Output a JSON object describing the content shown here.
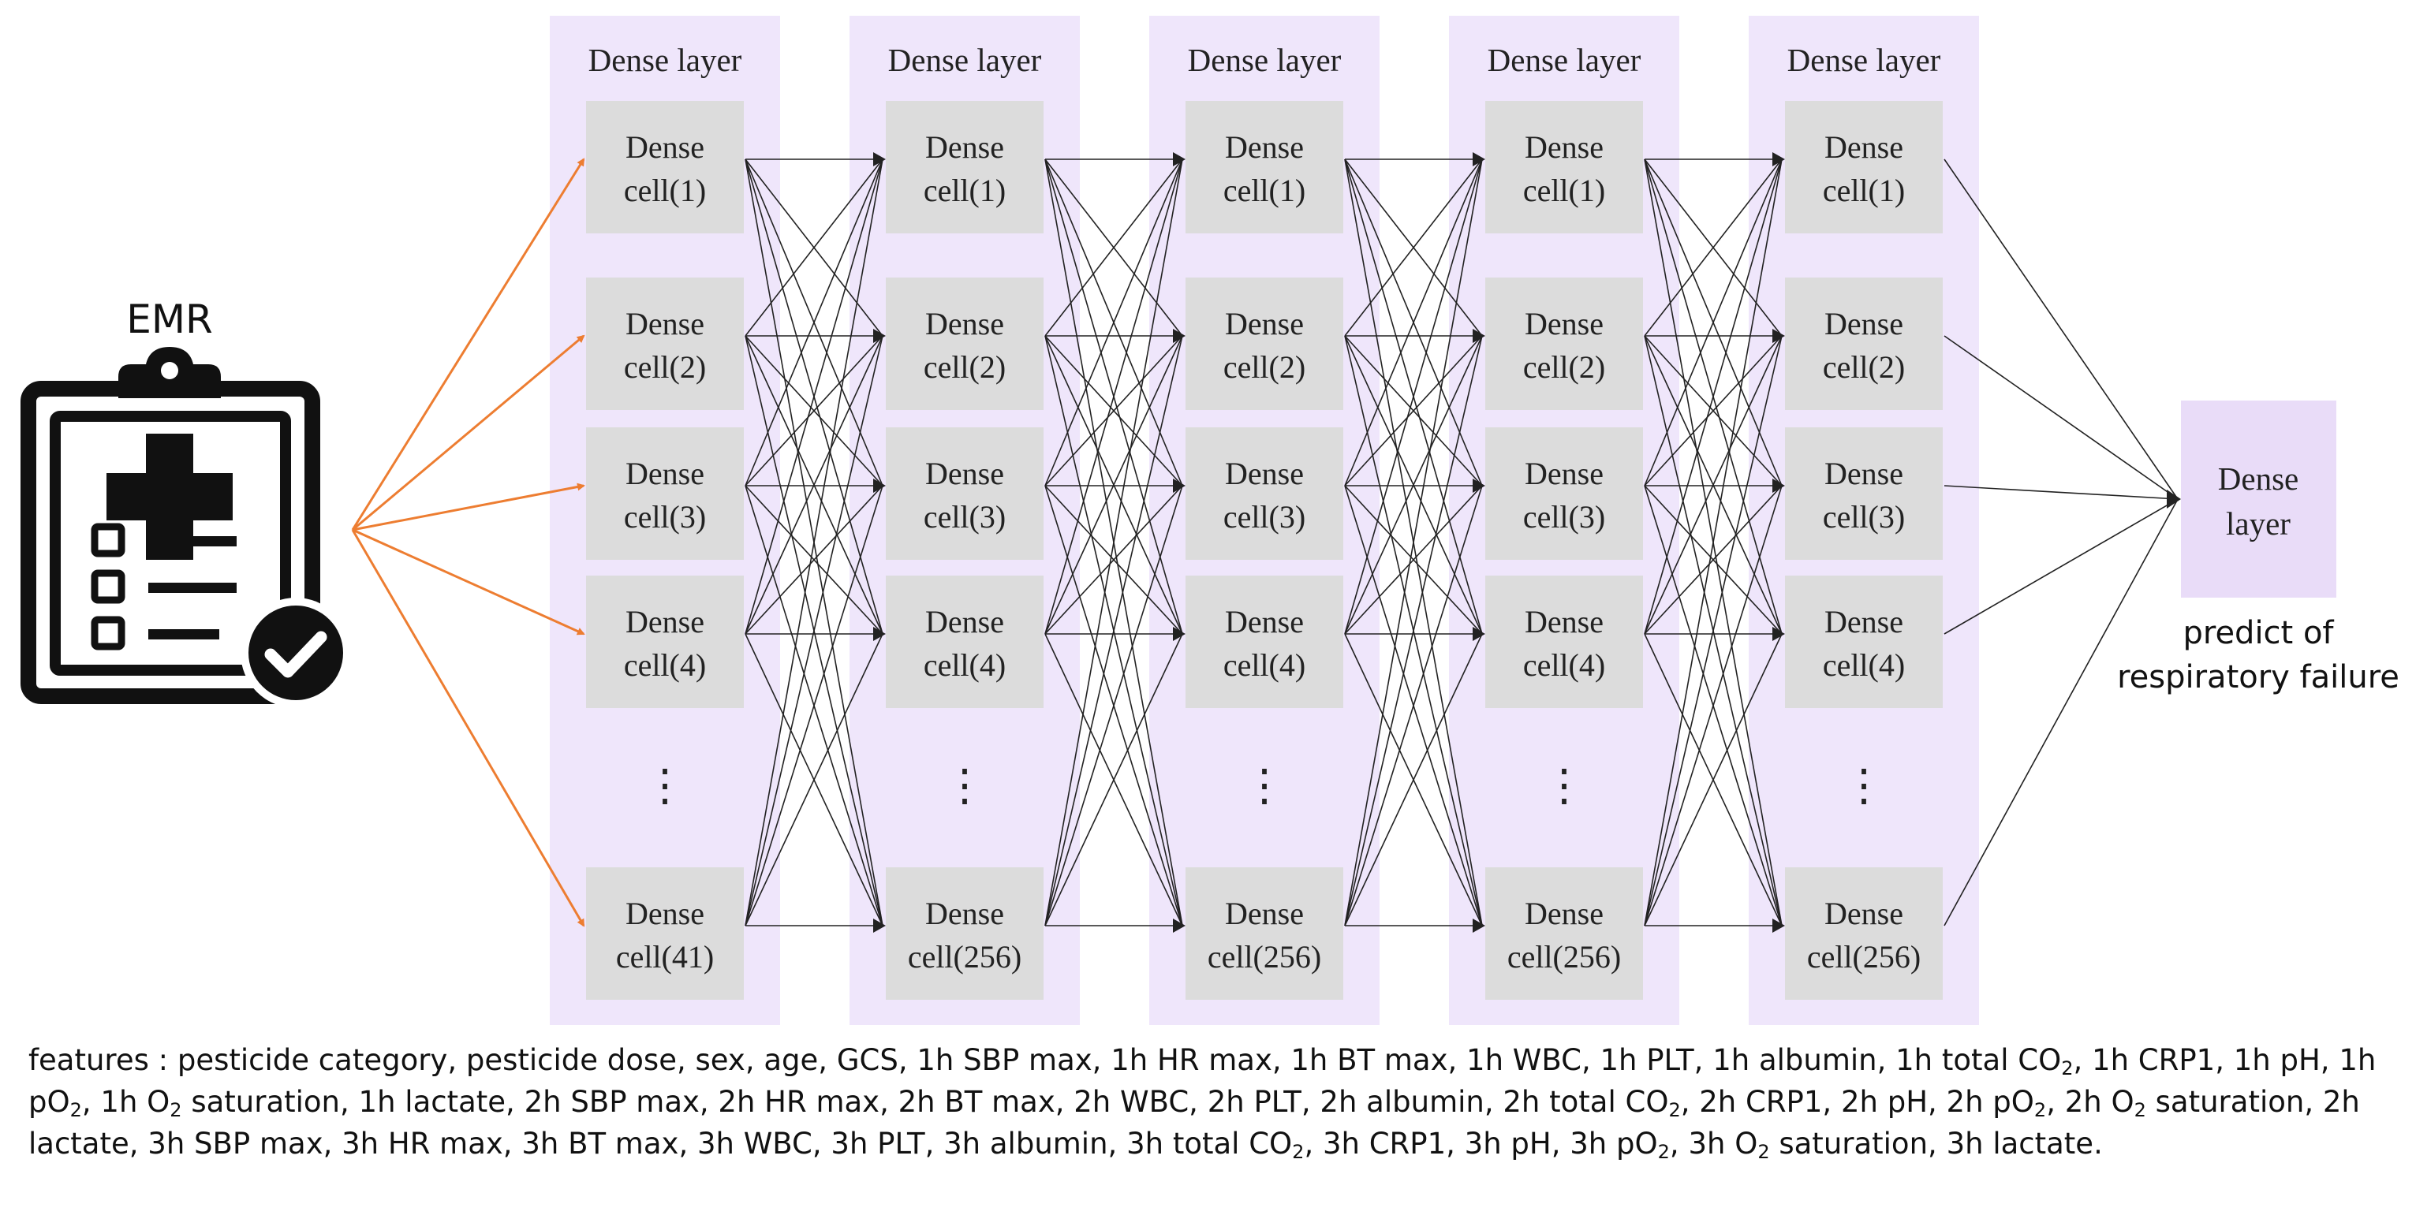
{
  "input": {
    "label": "EMR"
  },
  "layers": [
    {
      "title": "Dense layer",
      "cells": [
        {
          "line1": "Dense",
          "line2": "cell(1)"
        },
        {
          "line1": "Dense",
          "line2": "cell(2)"
        },
        {
          "line1": "Dense",
          "line2": "cell(3)"
        },
        {
          "line1": "Dense",
          "line2": "cell(4)"
        },
        {
          "line1": "Dense",
          "line2": "cell(41)"
        }
      ]
    },
    {
      "title": "Dense layer",
      "cells": [
        {
          "line1": "Dense",
          "line2": "cell(1)"
        },
        {
          "line1": "Dense",
          "line2": "cell(2)"
        },
        {
          "line1": "Dense",
          "line2": "cell(3)"
        },
        {
          "line1": "Dense",
          "line2": "cell(4)"
        },
        {
          "line1": "Dense",
          "line2": "cell(256)"
        }
      ]
    },
    {
      "title": "Dense layer",
      "cells": [
        {
          "line1": "Dense",
          "line2": "cell(1)"
        },
        {
          "line1": "Dense",
          "line2": "cell(2)"
        },
        {
          "line1": "Dense",
          "line2": "cell(3)"
        },
        {
          "line1": "Dense",
          "line2": "cell(4)"
        },
        {
          "line1": "Dense",
          "line2": "cell(256)"
        }
      ]
    },
    {
      "title": "Dense layer",
      "cells": [
        {
          "line1": "Dense",
          "line2": "cell(1)"
        },
        {
          "line1": "Dense",
          "line2": "cell(2)"
        },
        {
          "line1": "Dense",
          "line2": "cell(3)"
        },
        {
          "line1": "Dense",
          "line2": "cell(4)"
        },
        {
          "line1": "Dense",
          "line2": "cell(256)"
        }
      ]
    },
    {
      "title": "Dense layer",
      "cells": [
        {
          "line1": "Dense",
          "line2": "cell(1)"
        },
        {
          "line1": "Dense",
          "line2": "cell(2)"
        },
        {
          "line1": "Dense",
          "line2": "cell(3)"
        },
        {
          "line1": "Dense",
          "line2": "cell(4)"
        },
        {
          "line1": "Dense",
          "line2": "cell(256)"
        }
      ]
    }
  ],
  "ellipsis": "⋮",
  "output": {
    "line1": "Dense",
    "line2": "layer",
    "caption_line1": "predict of",
    "caption_line2": "respiratory failure"
  },
  "features": {
    "label": "features : ",
    "items": [
      "pesticide category",
      "pesticide dose",
      "sex",
      "age",
      "GCS",
      "1h SBP max",
      "1h HR max",
      "1h BT max",
      "1h WBC",
      "1h PLT",
      "1h albumin",
      "1h total CO_2",
      "1h CRP1",
      "1h pH",
      "1h pO_2",
      "1h O_2 saturation",
      "1h lactate",
      "2h SBP max",
      "2h HR max",
      "2h BT max",
      "2h WBC",
      "2h PLT",
      "2h albumin",
      "2h total CO_2",
      "2h CRP1",
      "2h pH",
      "2h pO_2",
      "2h O_2 saturation",
      "2h lactate",
      "3h SBP max",
      "3h HR max",
      "3h BT max",
      "3h WBC",
      "3h PLT",
      "3h albumin",
      "3h total CO_2",
      "3h CRP1",
      "3h pH",
      "3h pO_2",
      "3h O_2 saturation",
      "3h lactate"
    ],
    "terminator": "."
  },
  "colors": {
    "layer_background": "#efe6fb",
    "cell_background": "#dcdcdc",
    "output_background": "#e9dcf8",
    "input_arrow": "#ed7d31",
    "connection": "#222222",
    "icon": "#111111"
  },
  "icons": [
    "clipboard-icon",
    "medical-cross-icon",
    "checkmark-badge-icon"
  ]
}
